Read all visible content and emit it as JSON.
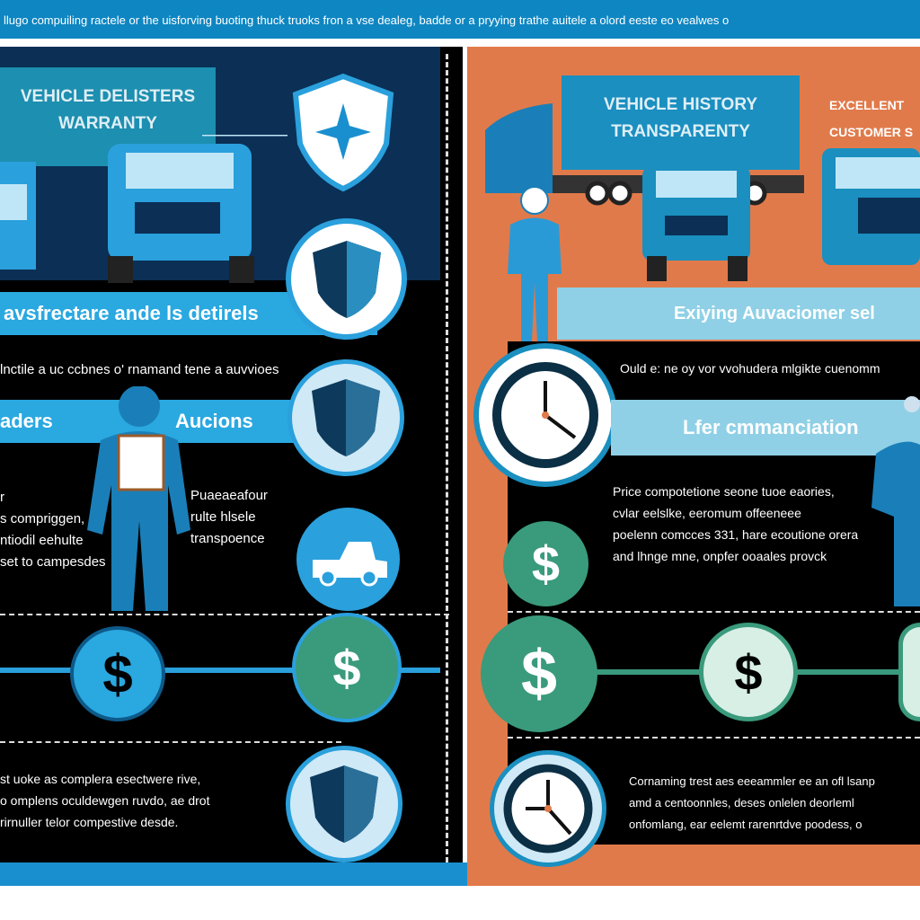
{
  "header": {
    "text": "llugo compuiling ractele or the uisforving buoting thuck truoks fron a vse dealeg, badde or a pryying trathe auitele a olord eeste eo vealwes o"
  },
  "left": {
    "billboard": [
      "VEHICLE DELISTERS",
      "WARRANTY"
    ],
    "band1": "avsfrectare ande ls detirels",
    "text1": "lnctile a uc ccbnes o' rnamand tene a auvvioes",
    "band2_left": "aders",
    "band2_right": "Aucions",
    "col_text": [
      "r",
      "s compriggen,",
      "ntiodil eehulte",
      "set to campesdes"
    ],
    "mid_text": [
      "Puaeaeafour",
      "rulte hlsele",
      "transpoence"
    ],
    "bottom_text": [
      "st uoke as complera esectwere rive,",
      "o omplens oculdewgen ruvdo, ae drot",
      "rirnuller telor compestive desde."
    ]
  },
  "right": {
    "billboard": [
      "VEHICLE HISTORY",
      "TRANSPARENTY"
    ],
    "billboard2": [
      "EXCELLENT",
      "CUSTOMER S"
    ],
    "band1": "Exiying Auvaciomer sel",
    "text1": "Ould e: ne oy vor vvohudera mlgikte cuenomm",
    "band2": "Lfer cmmanciation",
    "para": [
      "Price compotetione seone tuoe eaories,",
      "cvlar eelslke, eeromum offeeneee",
      "poelenn comcces 331, hare ecoutione orera",
      "and lhnge mne, onpfer ooaales provck"
    ],
    "bottom_text": [
      "Cornaming trest aes eeeammler ee an ofl lsanp",
      "amd a centoonnles, deses onlelen deorleml",
      "onfomlang, ear eelemt rarenrtdve poodess, o"
    ]
  },
  "icons": {
    "dollar": "$"
  },
  "colors": {
    "blue": "#1a8fd0",
    "orange": "#e17a4a",
    "teal": "#3a9a7c",
    "navy": "#0d3a5c"
  }
}
